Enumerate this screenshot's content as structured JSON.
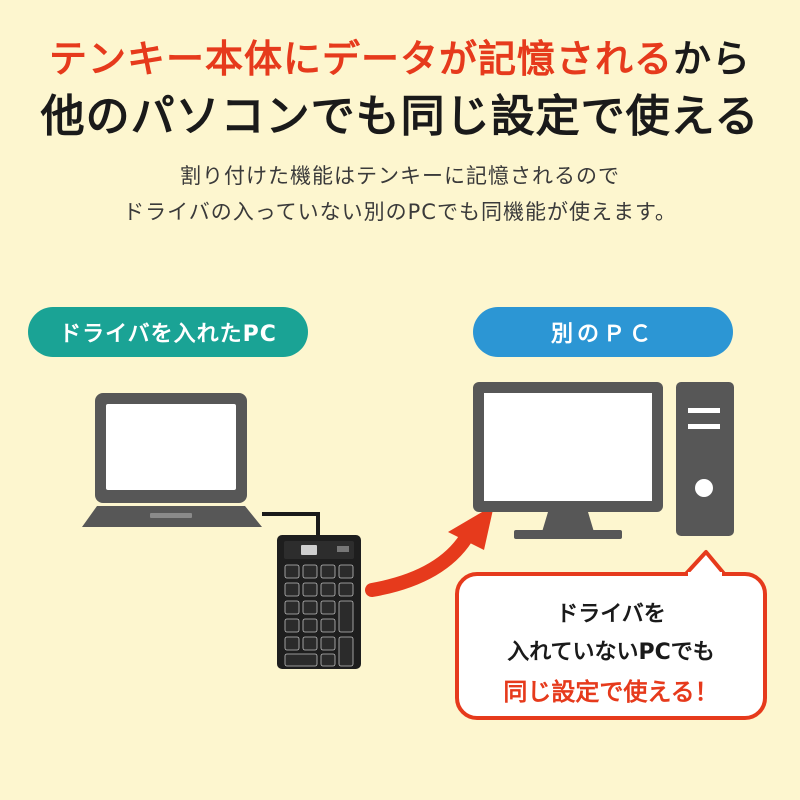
{
  "headline": {
    "line1_red": "テンキー本体にデータが記憶される",
    "line1_dark": "から",
    "line2": "他のパソコンでも同じ設定で使える"
  },
  "description": {
    "line1": "割り付けた機能はテンキーに記憶されるので",
    "line2": "ドライバの入っていない別のPCでも同機能が使えます。"
  },
  "labels": {
    "left": "ドライバを入れたPC",
    "right": "別のＰＣ"
  },
  "bubble": {
    "line1": "ドライバを",
    "line2": "入れていないPCでも",
    "line3": "同じ設定で使える！"
  },
  "colors": {
    "accent_red": "#e63a1c",
    "teal": "#1aa395",
    "blue": "#2c96d4",
    "device_gray": "#575757",
    "background": "#fdf6cf"
  }
}
